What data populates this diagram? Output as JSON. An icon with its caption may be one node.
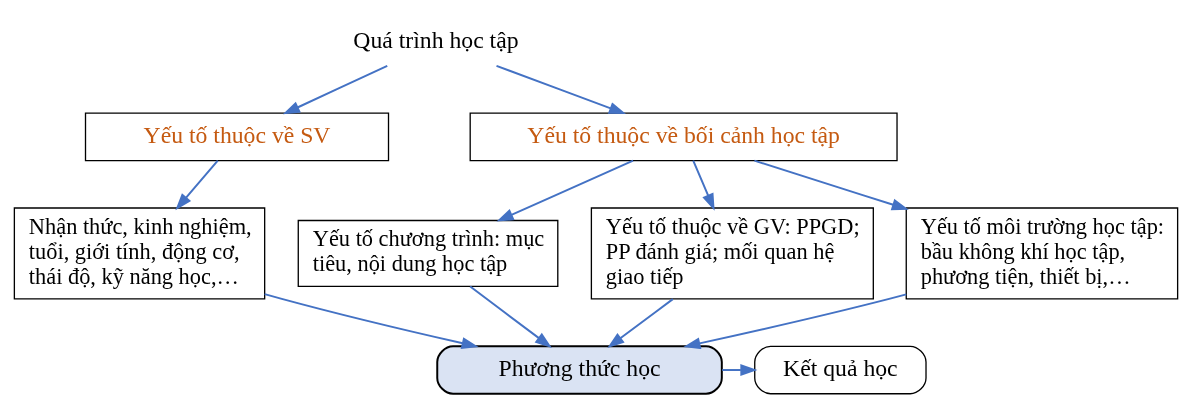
{
  "diagram": {
    "nodes": [
      {
        "text": [
          "Quá trình học tập"
        ]
      },
      {
        "text": [
          "Yếu tố thuộc về SV"
        ]
      },
      {
        "text": [
          "Yếu tố thuộc về bối cảnh học tập"
        ]
      },
      {
        "text": [
          "Nhận thức, kinh nghiệm, tuổi, giới tính, động cơ, thái độ, kỹ năng học,…"
        ]
      },
      {
        "text": [
          "Yếu tố chương trình: mục tiêu, nội dung học tập"
        ]
      },
      {
        "text": [
          "Yếu tố thuộc về GV: PPGD; PP đánh giá; mối quan hệ giao tiếp"
        ]
      },
      {
        "text": [
          "Yếu tố môi trường học tập: bầu không khí học tập, phương tiện, thiết bị,…"
        ]
      },
      {
        "text": [
          "Phương thức học"
        ]
      },
      {
        "text": [
          "Kết quả học"
        ]
      }
    ],
    "edges": [
      {
        "from": 0,
        "to": 1,
        "arrow": "to"
      },
      {
        "from": 0,
        "to": 2,
        "arrow": "to"
      },
      {
        "from": 1,
        "to": 3,
        "arrow": "to"
      },
      {
        "from": 2,
        "to": 4,
        "arrow": "to"
      },
      {
        "from": 2,
        "to": 5,
        "arrow": "to"
      },
      {
        "from": 2,
        "to": 6,
        "arrow": "to"
      },
      {
        "from": 3,
        "to": 7,
        "arrow": "to"
      },
      {
        "from": 4,
        "to": 7,
        "arrow": "to"
      },
      {
        "from": 5,
        "to": 7,
        "arrow": "to"
      },
      {
        "from": 6,
        "to": 7,
        "arrow": "to"
      },
      {
        "from": 7,
        "to": 8,
        "arrow": "to"
      }
    ]
  }
}
